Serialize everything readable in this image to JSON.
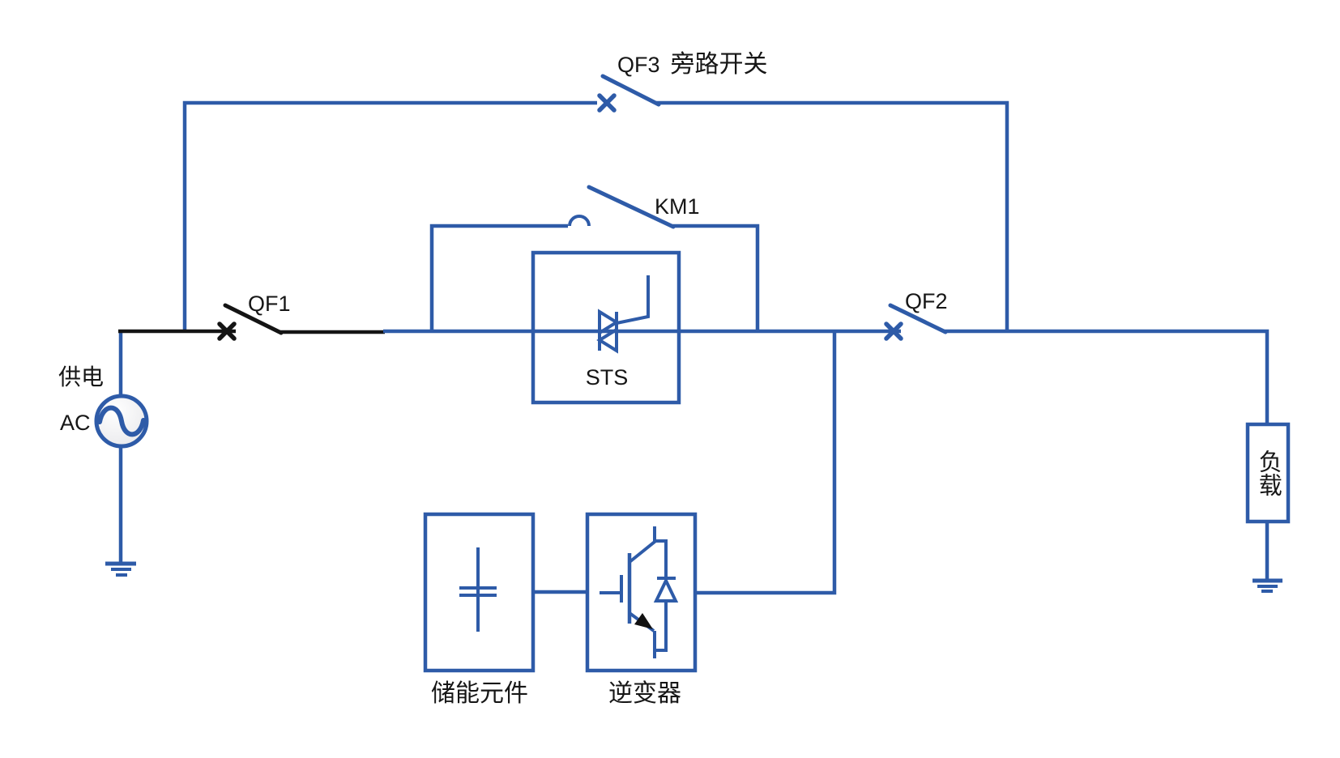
{
  "diagram_type": "ups-single-line-circuit-diagram",
  "colors": {
    "wire_blue": "#2E5BA8",
    "wire_black": "#141414",
    "text": "#161616",
    "background": "#FFFFFF"
  },
  "labels": {
    "qf3_id": "QF3",
    "qf3_name": "旁路开关",
    "km1": "KM1",
    "qf1": "QF1",
    "qf2": "QF2",
    "sts": "STS",
    "source_name": "供电",
    "source_type": "AC",
    "load": "负载",
    "storage": "储能元件",
    "inverter": "逆变器"
  },
  "components": [
    {
      "id": "AC",
      "name": "供电",
      "type": "ac-source"
    },
    {
      "id": "QF1",
      "type": "circuit-breaker",
      "state": "open"
    },
    {
      "id": "QF2",
      "type": "circuit-breaker",
      "state": "open"
    },
    {
      "id": "QF3",
      "name": "旁路开关",
      "type": "bypass-breaker",
      "state": "open"
    },
    {
      "id": "KM1",
      "type": "contactor",
      "state": "open"
    },
    {
      "id": "STS",
      "type": "static-transfer-switch"
    },
    {
      "name": "储能元件",
      "type": "energy-storage"
    },
    {
      "name": "逆变器",
      "type": "inverter"
    },
    {
      "name": "负载",
      "type": "load"
    }
  ]
}
